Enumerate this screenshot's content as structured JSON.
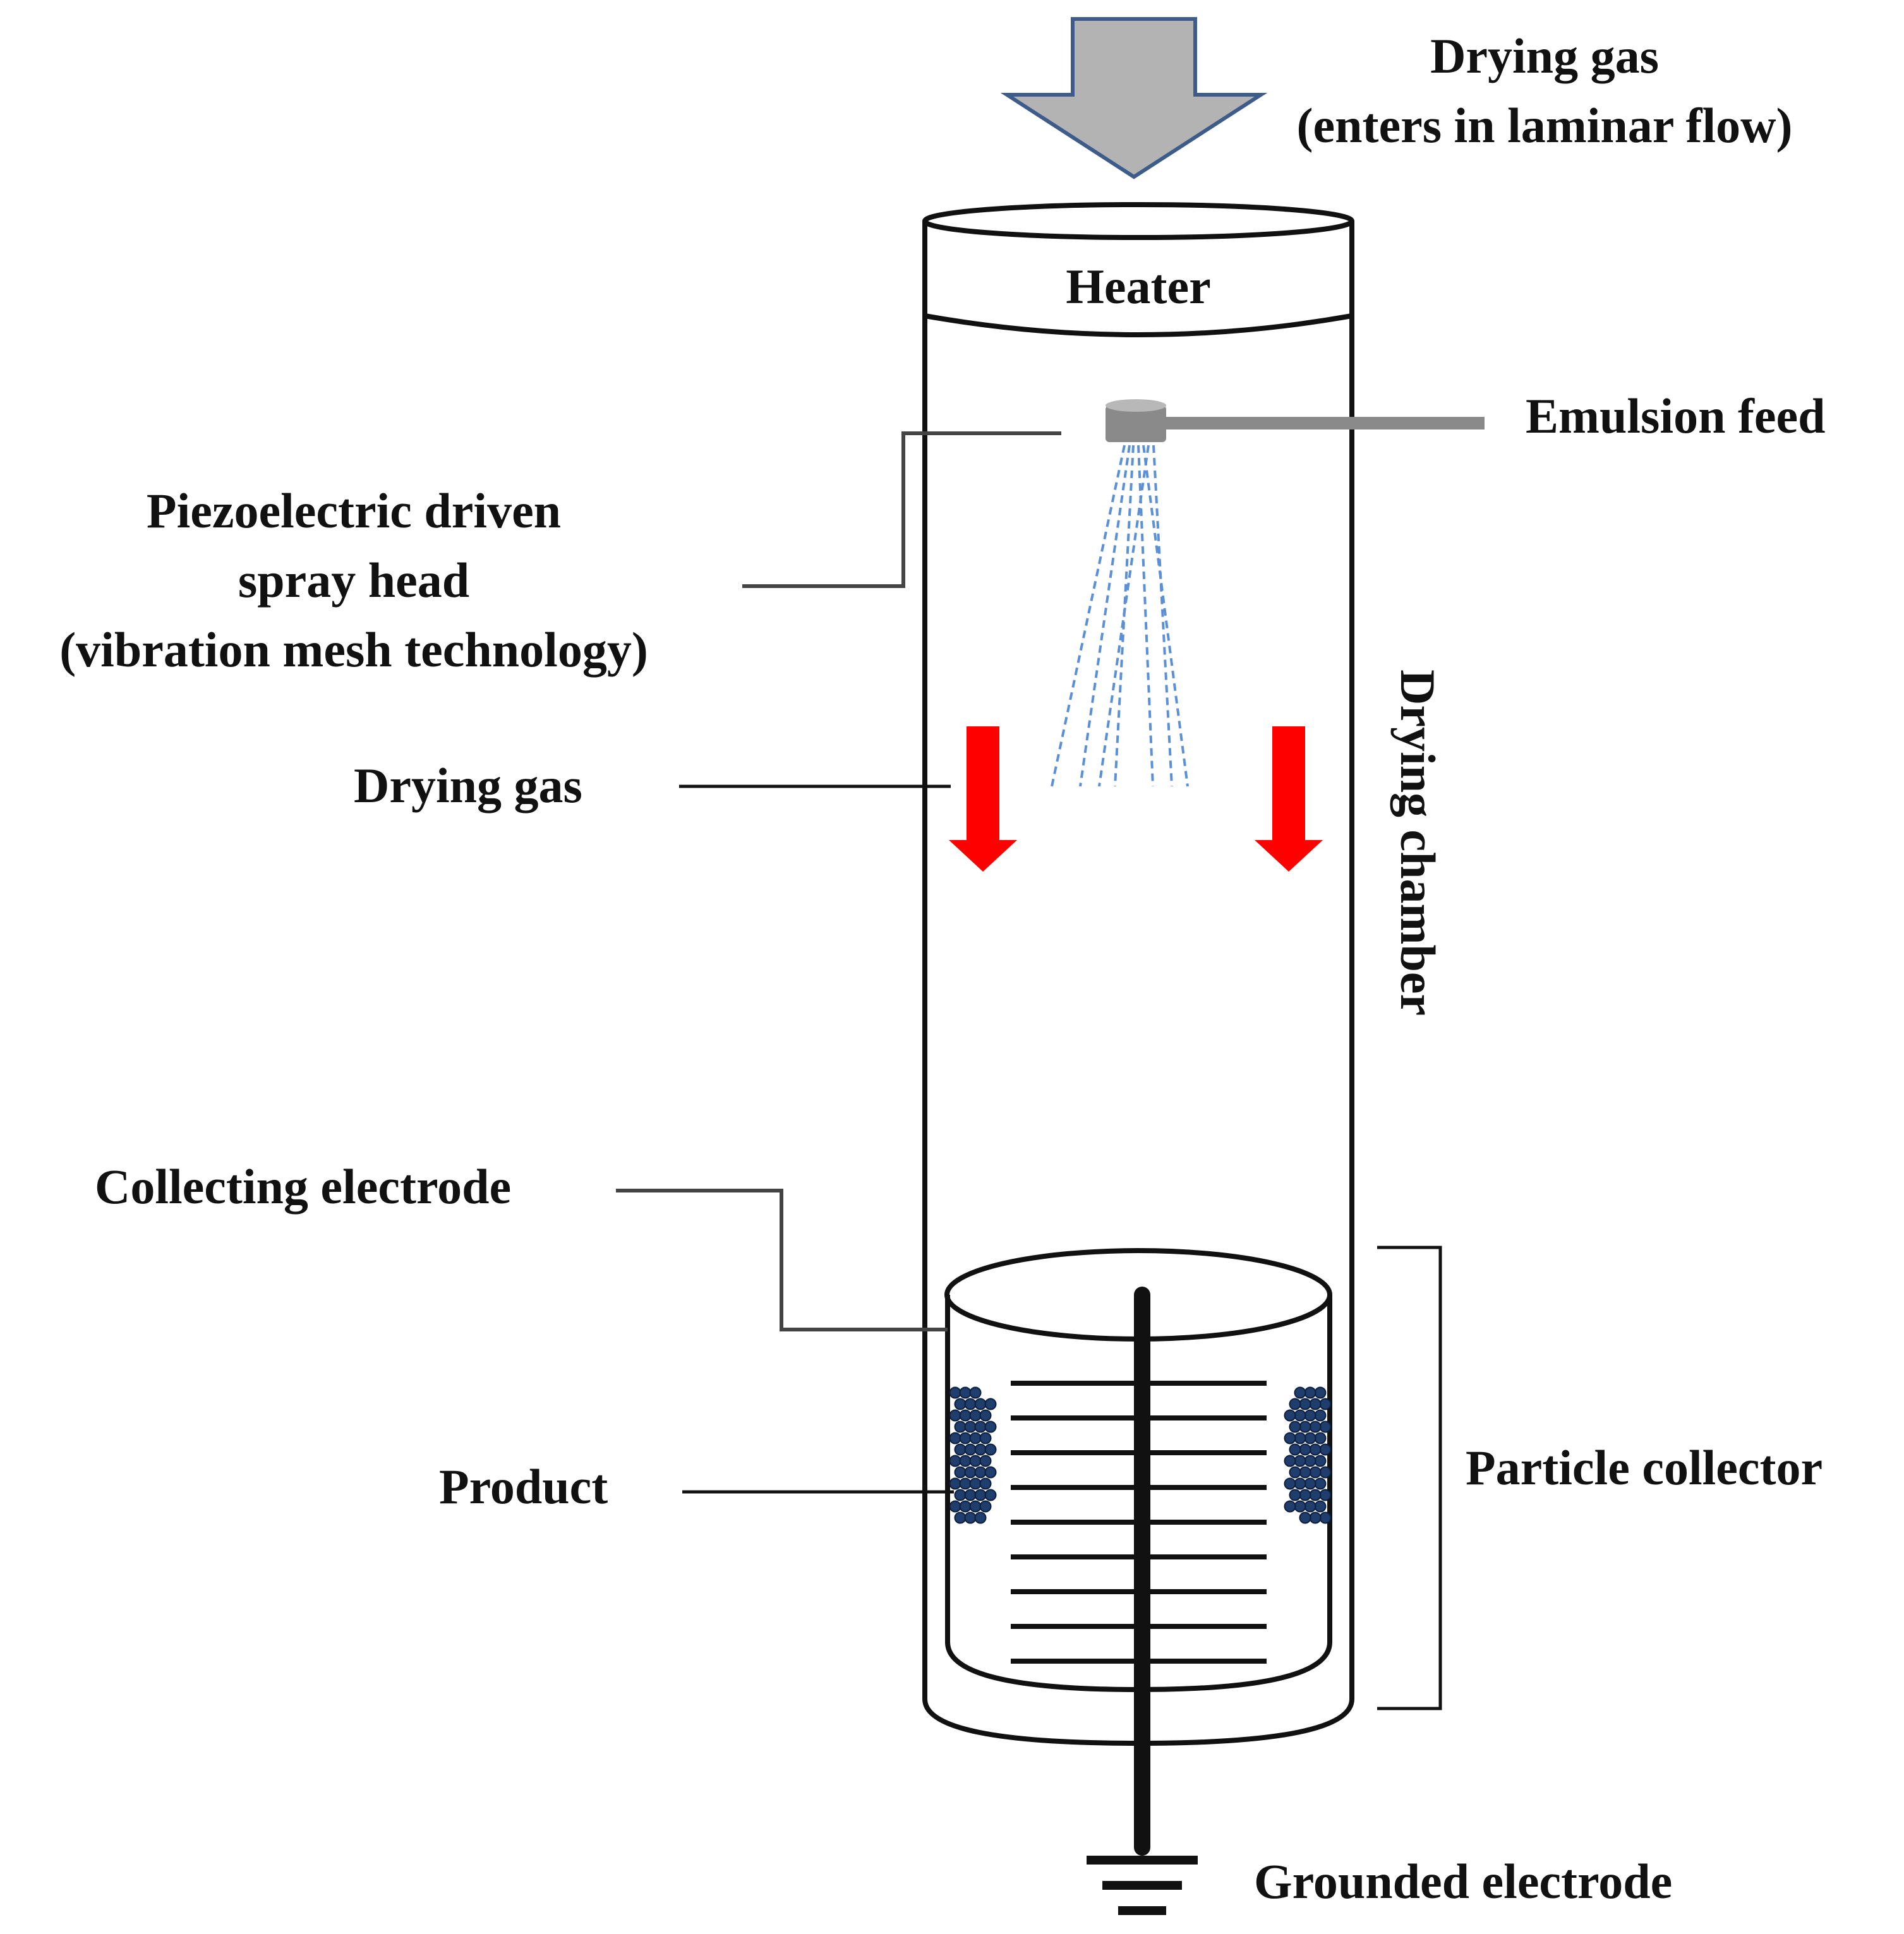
{
  "labels": {
    "drying_gas_top": "Drying gas",
    "drying_gas_top_sub": "(enters in laminar flow)",
    "heater": "Heater",
    "emulsion_feed": "Emulsion feed",
    "spray_head_line1": "Piezoelectric driven",
    "spray_head_line2": "spray head",
    "spray_head_line3": "(vibration mesh technology)",
    "drying_gas_side": "Drying gas",
    "drying_chamber": "Drying chamber",
    "collecting_electrode": "Collecting electrode",
    "product": "Product",
    "particle_collector": "Particle collector",
    "grounded_electrode": "Grounded electrode"
  },
  "colors": {
    "inlet_arrow_fill": "#b3b3b3",
    "inlet_arrow_stroke": "#3e5c8a",
    "gas_arrow": "#ff0000",
    "spray": "#5b8fd6",
    "particles": "#1f3e6e",
    "nozzle": "#8a8a8a",
    "outline": "#111111"
  }
}
